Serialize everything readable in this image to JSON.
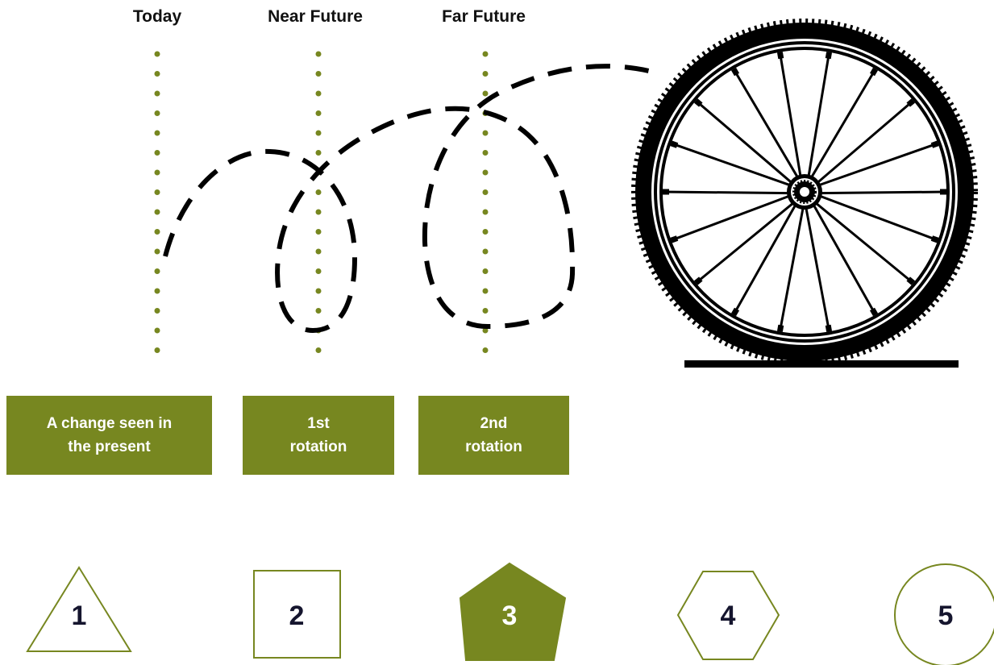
{
  "timeline": {
    "headers": [
      {
        "label": "Today"
      },
      {
        "label": "Near Future"
      },
      {
        "label": "Far Future"
      }
    ],
    "boxes": [
      {
        "line1": "A change seen in",
        "line2": "the present"
      },
      {
        "line1": "1st",
        "line2": "rotation"
      },
      {
        "line1": "2nd",
        "line2": "rotation"
      }
    ]
  },
  "icons": {
    "wheel": "bicycle-wheel-icon"
  },
  "shapes": [
    {
      "number": "1",
      "shape": "triangle"
    },
    {
      "number": "2",
      "shape": "square"
    },
    {
      "number": "3",
      "shape": "pentagon"
    },
    {
      "number": "4",
      "shape": "hexagon"
    },
    {
      "number": "5",
      "shape": "circle"
    }
  ],
  "colors": {
    "accent": "#778720",
    "dark": "#111111",
    "number": "#15152e"
  }
}
